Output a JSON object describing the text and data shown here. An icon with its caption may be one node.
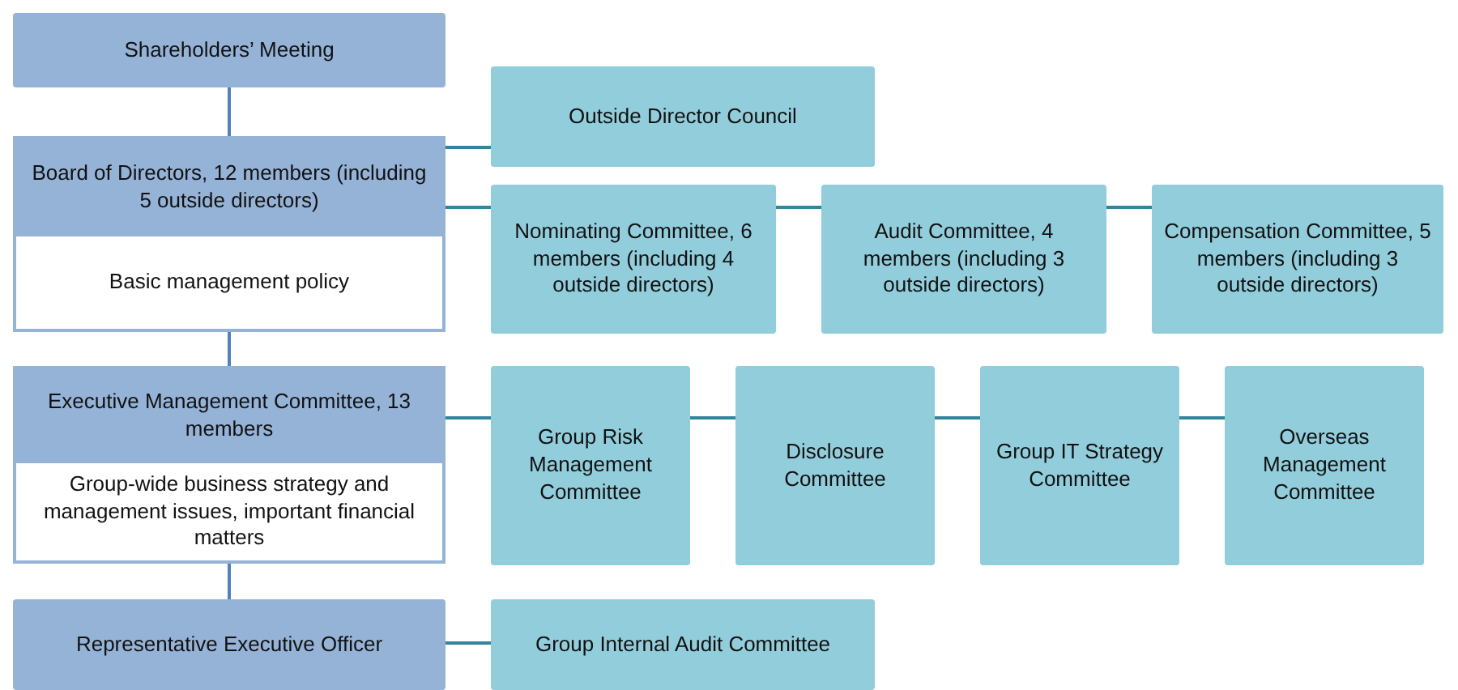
{
  "diagram": {
    "nodes": [
      {
        "text": [
          "Shareholders’ Meeting"
        ]
      },
      {
        "text": [
          "Board of Directors, 12 members (including 5 outside directors)",
          "Basic management policy"
        ]
      },
      {
        "text": [
          "Outside Director Council"
        ]
      },
      {
        "text": [
          "Nominating Committee, 6 members (including 4 outside directors)"
        ]
      },
      {
        "text": [
          "Audit Committee, 4 members (including 3 outside directors)"
        ]
      },
      {
        "text": [
          "Compensation Committee, 5 members (including 3 outside directors)"
        ]
      },
      {
        "text": [
          "Executive Management Committee, 13 members",
          "Group-wide business strategy and management issues, important financial matters"
        ]
      },
      {
        "text": [
          "Group Risk Management Committee"
        ]
      },
      {
        "text": [
          "Disclosure Committee"
        ]
      },
      {
        "text": [
          "Group IT Strategy Committee"
        ]
      },
      {
        "text": [
          "Overseas Management Committee"
        ]
      },
      {
        "text": [
          "Representative Executive Officer"
        ]
      },
      {
        "text": [
          "Group Internal Audit Committee"
        ]
      }
    ],
    "edges": [
      {
        "from": 0,
        "to": 1,
        "arrow": "none",
        "color": "#4f81bd"
      },
      {
        "from": 1,
        "to": 2,
        "arrow": "none"
      },
      {
        "from": 1,
        "to": 3,
        "arrow": "none"
      },
      {
        "from": 3,
        "to": 4,
        "arrow": "none"
      },
      {
        "from": 4,
        "to": 5,
        "arrow": "none"
      },
      {
        "from": 1,
        "to": 6,
        "arrow": "none",
        "color": "#4f81bd"
      },
      {
        "from": 6,
        "to": 7,
        "arrow": "none"
      },
      {
        "from": 7,
        "to": 8,
        "arrow": "none"
      },
      {
        "from": 8,
        "to": 9,
        "arrow": "none"
      },
      {
        "from": 9,
        "to": 10,
        "arrow": "none"
      },
      {
        "from": 6,
        "to": 11,
        "arrow": "none",
        "color": "#4f81bd"
      },
      {
        "from": 11,
        "to": 12,
        "arrow": "none"
      }
    ]
  }
}
